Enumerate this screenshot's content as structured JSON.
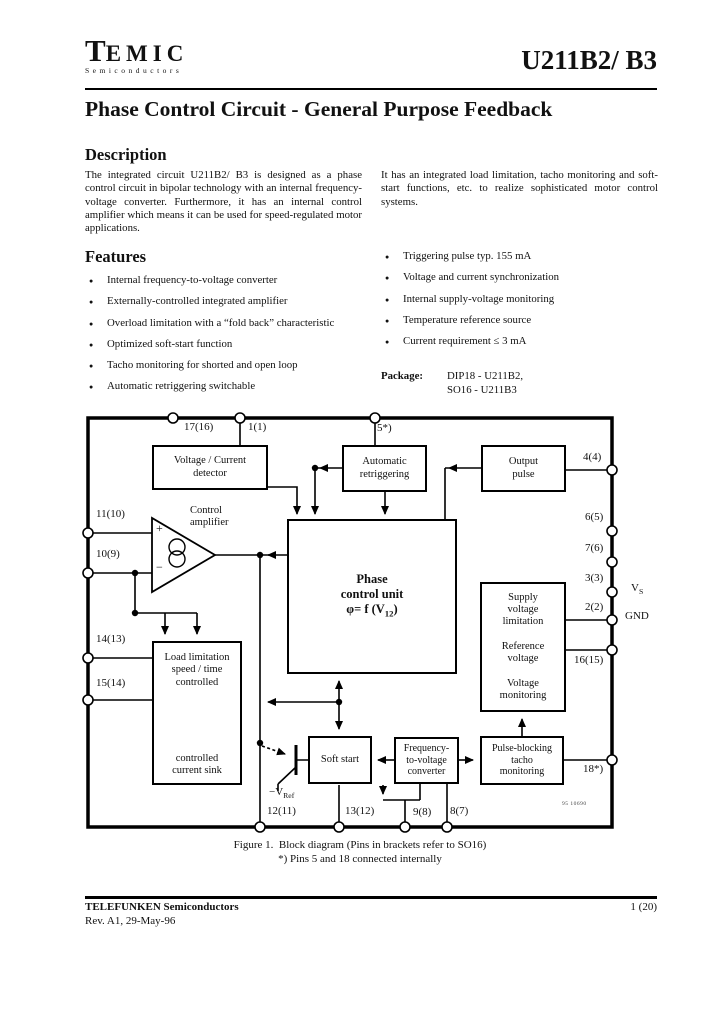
{
  "header": {
    "logo_first": "T",
    "logo_rest": "EMIC",
    "logo_sub": "Semiconductors",
    "part_number": "U211B2/ B3"
  },
  "title": "Phase Control Circuit - General Purpose Feedback",
  "description": {
    "heading": "Description",
    "col_left": "The integrated circuit U211B2/ B3 is designed as a phase control circuit in bipolar technology with an internal frequency-voltage converter. Furthermore, it has an internal control amplifier which means it can be used for speed-regulated motor applications.",
    "col_right": "It has an integrated load limitation, tacho monitoring and soft-start functions, etc. to realize sophisticated motor control systems."
  },
  "features": {
    "heading": "Features",
    "left": [
      "Internal frequency-to-voltage converter",
      "Externally-controlled integrated amplifier",
      "Overload limitation with a “fold back” characteristic",
      "Optimized soft-start function",
      "Tacho monitoring for shorted and open loop",
      "Automatic retriggering switchable"
    ],
    "right": [
      "Triggering pulse typ. 155 mA",
      "Voltage and current synchronization",
      "Internal supply-voltage monitoring",
      "Temperature reference source",
      "Current requirement ≤ 3 mA"
    ],
    "package_label": "Package:",
    "package_value": "DIP18 - U211B2,\nSO16 - U211B3"
  },
  "diagram": {
    "blocks": {
      "voltage_current_detector": "Voltage / Current\ndetector",
      "automatic_retriggering": "Automatic\nretriggering",
      "output_pulse": "Output\npulse",
      "control_amplifier": "Control\namplifier",
      "amp_plus": "+",
      "amp_minus": "−",
      "phase_line1": "Phase",
      "phase_line2": "control unit",
      "formula": {
        "pre": "φ= f (V",
        "sub": "12",
        "post": ")"
      },
      "supply": "Supply\nvoltage\nlimitation\n\nReference\nvoltage\n\nVoltage\nmonitoring",
      "load_limitation": "Load limitation\nspeed / time\ncontrolled",
      "current_sink": "controlled\ncurrent sink",
      "soft_start": "Soft start",
      "fv_converter": "Frequency-\nto-voltage\nconverter",
      "pulse_blocking": "Pulse-blocking\ntacho\nmonitoring"
    },
    "pins": {
      "p17": "17(16)",
      "p1": "1(1)",
      "p5": "5*)",
      "p4": "4(4)",
      "p6": "6(5)",
      "p7": "7(6)",
      "p3": "3(3)",
      "p2": "2(2)",
      "p16": "16(15)",
      "p18": "18*)",
      "p11": "11(10)",
      "p10": "10(9)",
      "p14": "14(13)",
      "p15": "15(14)",
      "p12": "12(11)",
      "p13": "13(12)",
      "p9": "9(8)",
      "p8": "8(7)"
    },
    "net_labels": {
      "vs": {
        "main": "V",
        "sub": "S"
      },
      "gnd": "GND",
      "vref": {
        "main": "−V",
        "sub": "Ref"
      }
    },
    "drawing_number": "95 10690",
    "caption_label": "Figure 1.",
    "caption_text": "Block diagram (Pins in brackets refer to SO16)",
    "caption_note": "*) Pins 5 and 18 connected internally"
  },
  "footer": {
    "company": "TELEFUNKEN Semiconductors",
    "revision": "Rev. A1, 29-May-96",
    "page": "1 (20)"
  }
}
